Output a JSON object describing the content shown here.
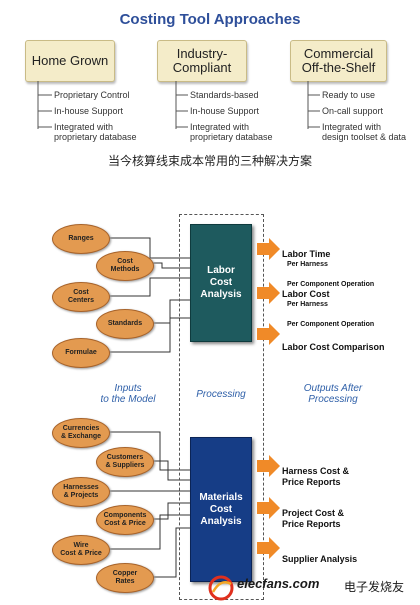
{
  "top": {
    "title": "Costing Tool Approaches",
    "approaches": [
      {
        "label": "Home Grown",
        "items": [
          "Proprietary Control",
          "In-house Support",
          "Integrated with\nproprietary database"
        ]
      },
      {
        "label": "Industry-\nCompliant",
        "items": [
          "Standards-based",
          "In-house Support",
          "Integrated with\nproprietary database"
        ]
      },
      {
        "label": "Commercial\nOff-the-Shelf",
        "items": [
          "Ready to use",
          "On-call support",
          "Integrated with\ndesign toolset & data"
        ]
      }
    ],
    "caption": "当今核算线束成本常用的三种解决方案"
  },
  "diagram": {
    "labor_box": "Labor\nCost\nAnalysis",
    "materials_box": "Materials\nCost\nAnalysis",
    "labor_inputs": [
      "Ranges",
      "Cost\nMethods",
      "Cost\nCenters",
      "Standards",
      "Formulae"
    ],
    "materials_inputs": [
      "Currencies\n& Exchange",
      "Customers\n& Suppliers",
      "Harnesses\n& Projects",
      "Components\nCost & Price",
      "Wire\nCost & Price",
      "Copper\nRates"
    ],
    "labels": {
      "inputs": "Inputs\nto the Model",
      "processing": "Processing",
      "outputs": "Outputs After\nProcessing"
    },
    "labor_outputs": [
      {
        "title": "Labor Time",
        "subs": [
          "Per Harness",
          "Per Component Operation"
        ]
      },
      {
        "title": "Labor Cost",
        "subs": [
          "Per Harness",
          "Per Component Operation"
        ]
      },
      {
        "title": "Labor Cost Comparison",
        "subs": []
      }
    ],
    "materials_outputs": [
      {
        "title": "Harness Cost &\nPrice Reports",
        "subs": []
      },
      {
        "title": "Project Cost &\nPrice Reports",
        "subs": []
      },
      {
        "title": "Supplier Analysis",
        "subs": []
      }
    ]
  },
  "watermark": {
    "text": "elecfans.com",
    "cn": "电子发烧友"
  },
  "colors": {
    "title": "#2e4f9a",
    "approach_box": "#f4ecc9",
    "oval": "#e39a50",
    "labor_box": "#1e5a5e",
    "materials_box": "#163d86",
    "arrow": "#f08a28",
    "section_label": "#2e5fa8"
  }
}
